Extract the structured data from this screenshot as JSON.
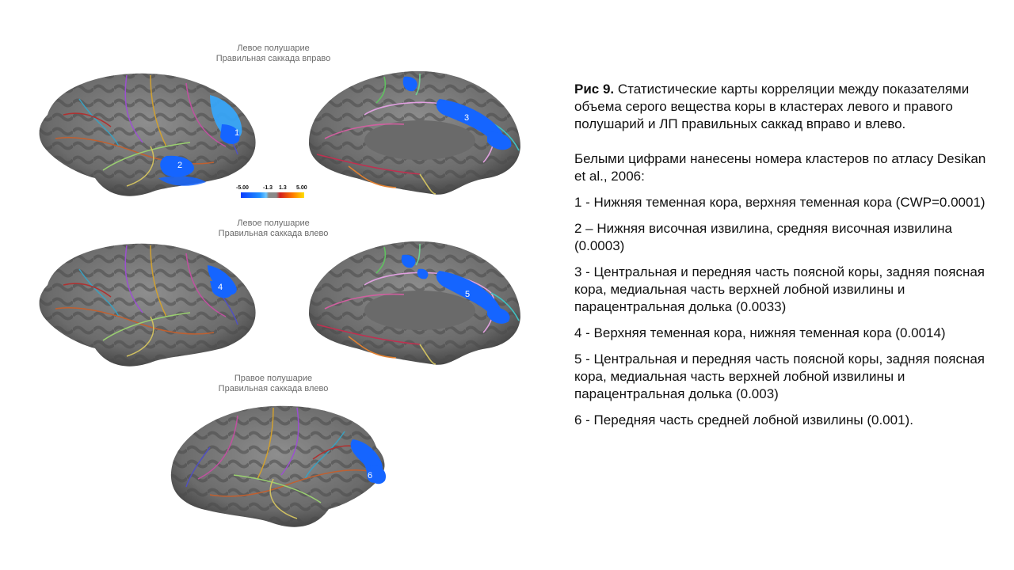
{
  "figure": {
    "panels": [
      {
        "title_line1": "Левое полушарие",
        "title_line2": "Правильная саккада вправо"
      },
      {
        "title_line1": "Левое полушарие",
        "title_line2": "Правильная саккада влево"
      },
      {
        "title_line1": "Правое полушарие",
        "title_line2": "Правильная саккада влево"
      }
    ],
    "colorbar": {
      "ticks": [
        "-5.00",
        "-1.3",
        "1.3",
        "5.00"
      ]
    },
    "cluster_labels": [
      "1",
      "2",
      "3",
      "4",
      "5",
      "6"
    ]
  },
  "caption": {
    "fig_label": "Рис 9.",
    "heading": " Статистические карты корреляции между показателями объема серого вещества коры в кластерах левого и правого полушарий и ЛП правильных саккад вправо и влево.",
    "intro": "Белыми цифрами нанесены номера кластеров по атласу Desikan et al., 2006:",
    "items": [
      "1 - Нижняя теменная кора, верхняя теменная кора (CWP=0.0001)",
      "2 – Нижняя височная извилина, средняя височная извилина (0.0003)",
      "3 - Центральная и передняя часть поясной коры, задняя поясная кора, медиальная часть верхней лобной извилины и парацентральная долька (0.0033)",
      "4 - Верхняя теменная кора, нижняя теменная кора (0.0014)",
      "5 - Центральная и передняя часть поясной коры, задняя поясная кора, медиальная часть верхней лобной извилины и парацентральная долька (0.003)",
      "6 - Передняя часть средней лобной извилины (0.001)."
    ]
  },
  "colors": {
    "cortex_dark": "#4d4d4d",
    "cortex_light": "#8e8e8e",
    "cluster_blue": "#1565ff",
    "cluster_blue_light": "#35a8ff"
  }
}
